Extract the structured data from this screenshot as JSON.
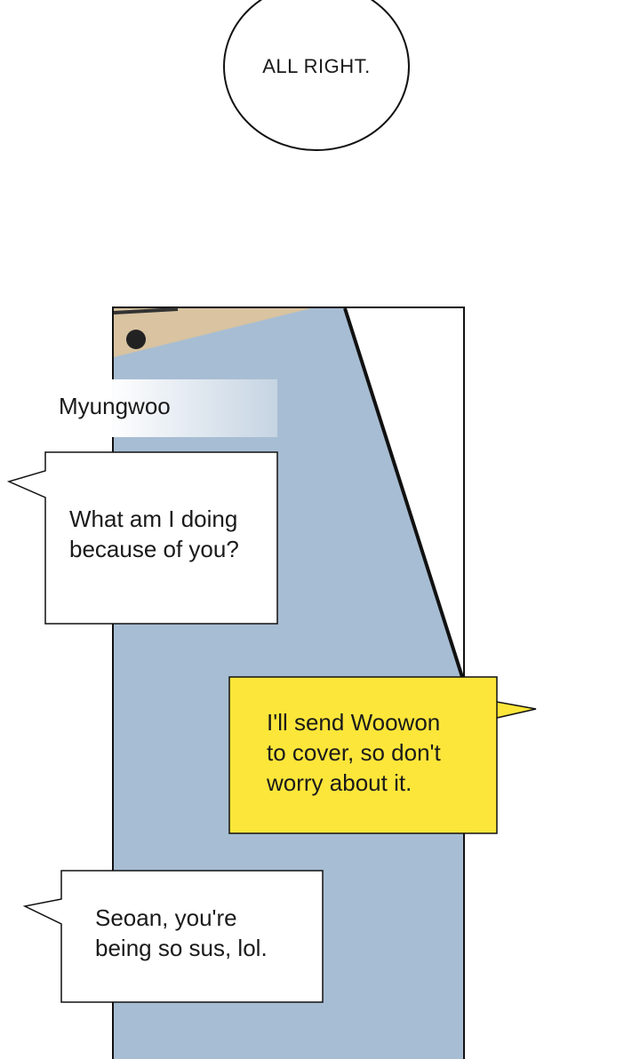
{
  "circle_bubble": {
    "text": "ALL RIGHT."
  },
  "name_tag": {
    "name": "Myungwoo"
  },
  "bubbles": [
    {
      "lines": [
        "What am I doing",
        "because of you?"
      ],
      "color": "#ffffff"
    },
    {
      "lines": [
        "I'll send Woowon",
        "to cover, so don't",
        "worry about it."
      ],
      "color": "#fde63a"
    },
    {
      "lines": [
        "Seoan, you're",
        "being so sus, lol."
      ],
      "color": "#ffffff"
    }
  ],
  "colors": {
    "panel_blue": "#a7bdd3",
    "tan": "#d9c3a0",
    "yellow": "#fde63a"
  }
}
